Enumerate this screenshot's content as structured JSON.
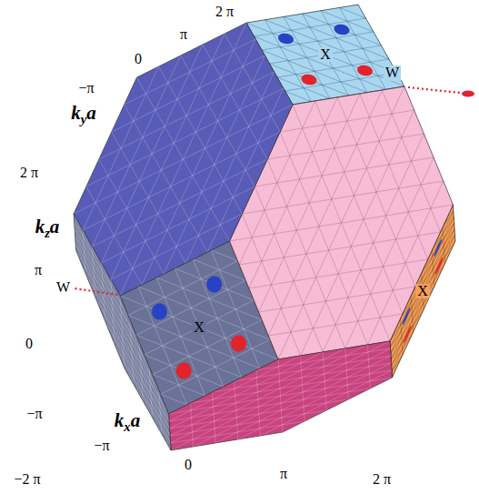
{
  "diagram": {
    "labels": [
      "2 π",
      "π",
      "0",
      "−π",
      "kya",
      "X",
      "W",
      "2 π",
      "kza",
      "π",
      "0",
      "W",
      "X",
      "X",
      "−π",
      "−π",
      "kxa",
      "−2 π",
      "0",
      "π",
      "2 π"
    ]
  }
}
